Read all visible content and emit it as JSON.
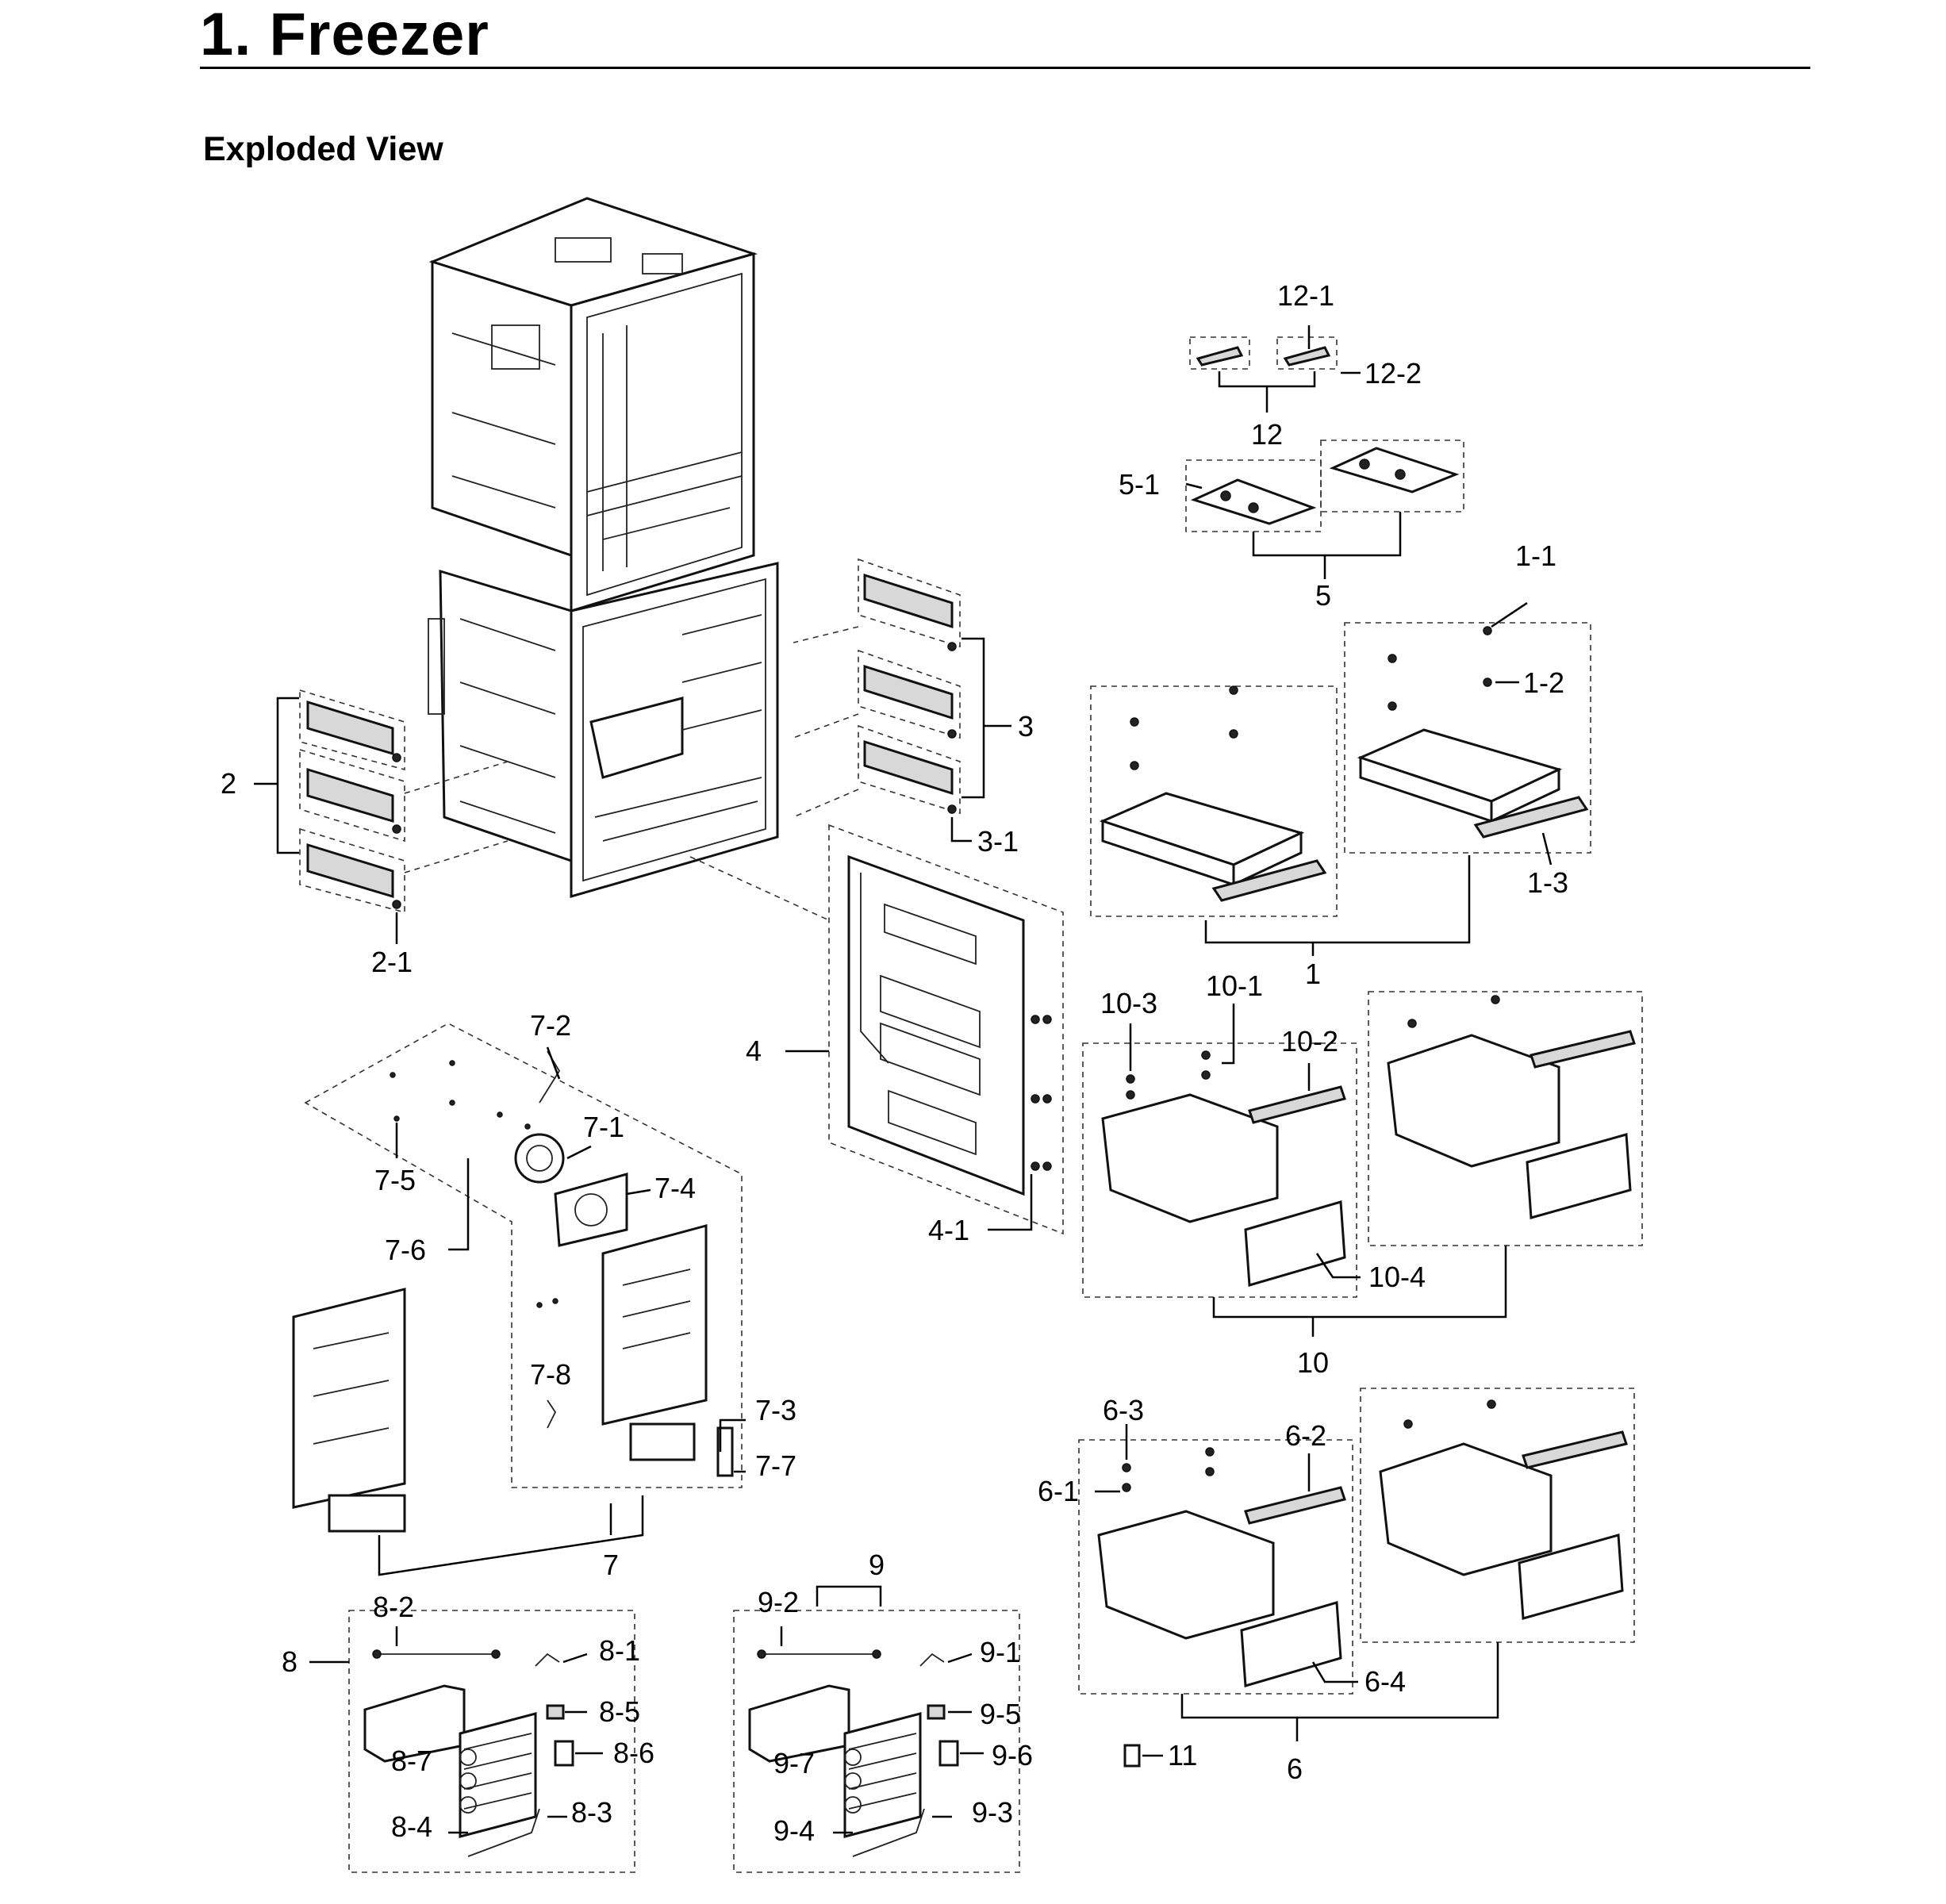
{
  "header": {
    "title": "1.  Freezer",
    "subtitle": "Exploded View"
  },
  "callouts": {
    "c1": "1",
    "c1_1": "1-1",
    "c1_2": "1-2",
    "c1_3": "1-3",
    "c2": "2",
    "c2_1": "2-1",
    "c3": "3",
    "c3_1": "3-1",
    "c4": "4",
    "c4_1": "4-1",
    "c5": "5",
    "c5_1": "5-1",
    "c6": "6",
    "c6_1": "6-1",
    "c6_2": "6-2",
    "c6_3": "6-3",
    "c6_4": "6-4",
    "c7": "7",
    "c7_1": "7-1",
    "c7_2": "7-2",
    "c7_3": "7-3",
    "c7_4": "7-4",
    "c7_5": "7-5",
    "c7_6": "7-6",
    "c7_7": "7-7",
    "c7_8": "7-8",
    "c8": "8",
    "c8_1": "8-1",
    "c8_2": "8-2",
    "c8_3": "8-3",
    "c8_4": "8-4",
    "c8_5": "8-5",
    "c8_6": "8-6",
    "c8_7": "8-7",
    "c9": "9",
    "c9_1": "9-1",
    "c9_2": "9-2",
    "c9_3": "9-3",
    "c9_4": "9-4",
    "c9_5": "9-5",
    "c9_6": "9-6",
    "c9_7": "9-7",
    "c10": "10",
    "c10_1": "10-1",
    "c10_2": "10-2",
    "c10_3": "10-3",
    "c10_4": "10-4",
    "c11": "11",
    "c12": "12",
    "c12_1": "12-1",
    "c12_2": "12-2"
  }
}
